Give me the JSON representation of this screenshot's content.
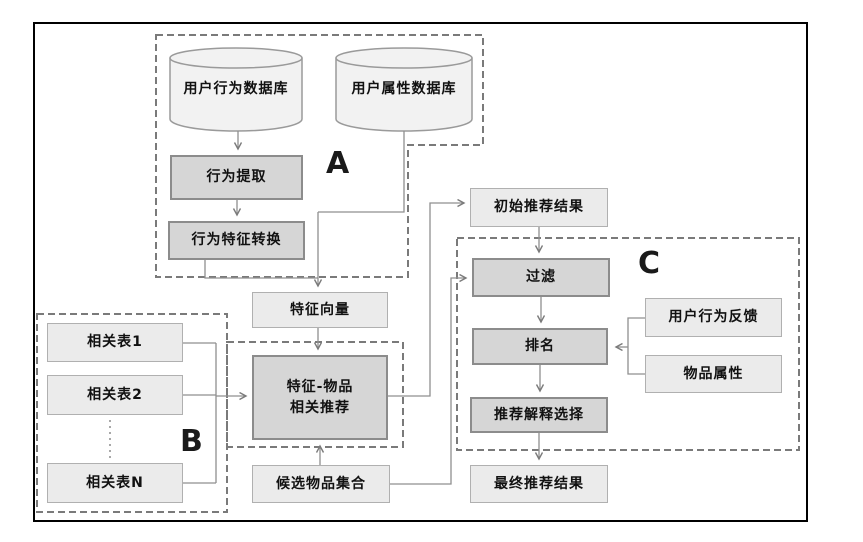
{
  "regions": {
    "a_label": "A",
    "b_label": "B",
    "c_label": "C"
  },
  "nodes": {
    "user_behavior_db": "用户行为数据库",
    "user_attribute_db": "用户属性数据库",
    "behavior_extraction": "行为提取",
    "behavior_feature_conversion": "行为特征转换",
    "feature_vector": "特征向量",
    "related_table_1": "相关表1",
    "related_table_2": "相关表2",
    "related_table_n": "相关表N",
    "feature_item_rec_line1": "特征-物品",
    "feature_item_rec_line2": "相关推荐",
    "candidate_item_set": "候选物品集合",
    "initial_results": "初始推荐结果",
    "filter": "过滤",
    "ranking": "排名",
    "explanation_selection": "推荐解释选择",
    "final_results": "最终推荐结果",
    "user_behavior_feedback": "用户行为反馈",
    "item_attributes": "物品属性"
  },
  "colors": {
    "background": "#ffffff",
    "frame_border": "#000000",
    "process_box_fill": "#d6d6d6",
    "process_box_border": "#8c8c8c",
    "data_box_fill": "#ebebeb",
    "data_box_border": "#b0b0b0",
    "cylinder_fill": "#f2f2f2",
    "cylinder_border": "#9a9a9a",
    "connector": "#8f8f8f",
    "dashed_region": "#7a7a7a",
    "text": "#111111"
  }
}
